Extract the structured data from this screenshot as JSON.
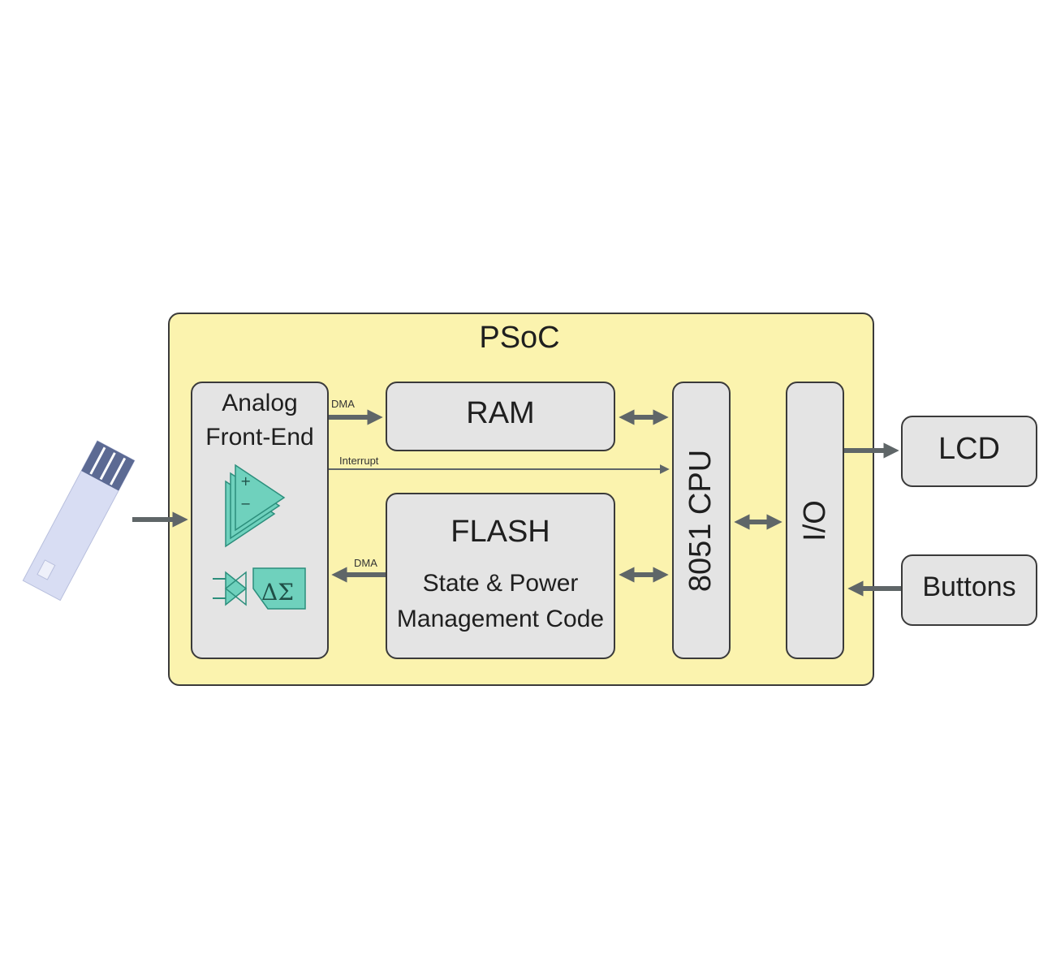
{
  "psoc": {
    "title": "PSoC"
  },
  "afe": {
    "line1": "Analog",
    "line2": "Front-End"
  },
  "ram": {
    "label": "RAM"
  },
  "flash": {
    "title": "FLASH",
    "line1": "State & Power",
    "line2": "Management Code"
  },
  "cpu": {
    "label": "8051 CPU"
  },
  "io": {
    "label": "I/O"
  },
  "lcd": {
    "label": "LCD"
  },
  "buttons": {
    "label": "Buttons"
  },
  "links": {
    "dma_top": "DMA",
    "interrupt": "Interrupt",
    "dma_bottom": "DMA"
  },
  "symbols": {
    "sigma_delta": "ΔΣ",
    "plus": "+",
    "minus": "−"
  },
  "colors": {
    "psoc_fill": "#fbf3ae",
    "block_fill": "#e4e4e4",
    "arrow": "#5f6668",
    "opamp": "#6fd1bd",
    "strip": "#d8ddf3",
    "strip_stripes": "#5c6a93"
  }
}
